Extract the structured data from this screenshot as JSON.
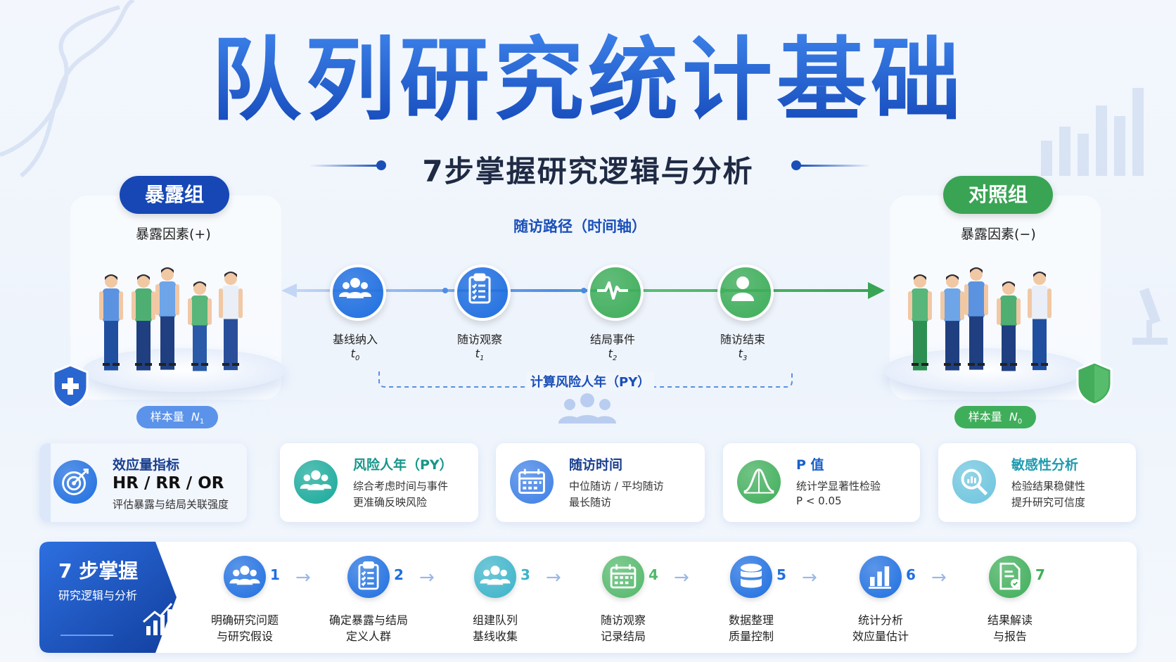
{
  "title": "队列研究统计基础",
  "subtitle": "7步掌握研究逻辑与分析",
  "exposed_group": {
    "tag": "暴露组",
    "factor": "暴露因素(+)",
    "sample_prefix": "样本量",
    "sample_var": "N",
    "sample_sub": "1",
    "color": "#1747b5"
  },
  "control_group": {
    "tag": "对照组",
    "factor": "暴露因素(−)",
    "sample_prefix": "样本量",
    "sample_var": "N",
    "sample_sub": "0",
    "color": "#3aa455"
  },
  "timeline": {
    "title": "随访路径（时间轴）",
    "nodes": [
      {
        "label": "基线纳入",
        "t": "t",
        "sub": "0",
        "icon": "group-icon",
        "color": "#1f6fe0"
      },
      {
        "label": "随访观察",
        "t": "t",
        "sub": "1",
        "icon": "clipboard-icon",
        "color": "#1f6fe0"
      },
      {
        "label": "结局事件",
        "t": "t",
        "sub": "2",
        "icon": "heartbeat-icon",
        "color": "#3fae5a"
      },
      {
        "label": "随访结束",
        "t": "t",
        "sub": "3",
        "icon": "person-icon",
        "color": "#3fae5a"
      }
    ],
    "py_label": "计算风险人年（PY）"
  },
  "cards": [
    {
      "title": "效应量指标",
      "big": "HR / RR / OR",
      "desc": [
        "评估暴露与结局关联强度"
      ],
      "icon": "target-icon",
      "color": "#1f6fe0",
      "title_color": "#1a3f8f"
    },
    {
      "title": "风险人年（PY）",
      "desc": [
        "综合考虑时间与事件",
        "更准确反映风险"
      ],
      "icon": "group-icon",
      "color": "#18a99a",
      "title_color": "#16968a"
    },
    {
      "title": "随访时间",
      "desc": [
        "中位随访 / 平均随访",
        "最长随访"
      ],
      "icon": "calendar-icon",
      "color": "#3d7fe6",
      "title_color": "#1a3f8f"
    },
    {
      "title": "P 值",
      "desc": [
        "统计学显著性检验",
        "P < 0.05"
      ],
      "icon": "bell-curve-icon",
      "color": "#3fae5a",
      "title_color": "#1a5fc8"
    },
    {
      "title": "敏感性分析",
      "desc": [
        "检验结果稳健性",
        "提升研究可信度"
      ],
      "icon": "magnifier-chart-icon",
      "color": "#6cc4de",
      "title_color": "#1f9ab0"
    }
  ],
  "steps_header": {
    "title": "7 步掌握",
    "subtitle": "研究逻辑与分析"
  },
  "steps": [
    {
      "num": "1",
      "l1": "明确研究问题",
      "l2": "与研究假设",
      "icon": "group-icon",
      "color": "#1f6fe0"
    },
    {
      "num": "2",
      "l1": "确定暴露与结局",
      "l2": "定义人群",
      "icon": "clipboard-icon",
      "color": "#1f6fe0"
    },
    {
      "num": "3",
      "l1": "组建队列",
      "l2": "基线收集",
      "icon": "group-icon",
      "color": "#3bb3c9"
    },
    {
      "num": "4",
      "l1": "随访观察",
      "l2": "记录结局",
      "icon": "calendar-icon",
      "color": "#52b86a"
    },
    {
      "num": "5",
      "l1": "数据整理",
      "l2": "质量控制",
      "icon": "database-icon",
      "color": "#1f6fe0"
    },
    {
      "num": "6",
      "l1": "统计分析",
      "l2": "效应量估计",
      "icon": "bar-chart-icon",
      "color": "#1f6fe0"
    },
    {
      "num": "7",
      "l1": "结果解读",
      "l2": "与报告",
      "icon": "report-icon",
      "color": "#3fae5a"
    }
  ]
}
